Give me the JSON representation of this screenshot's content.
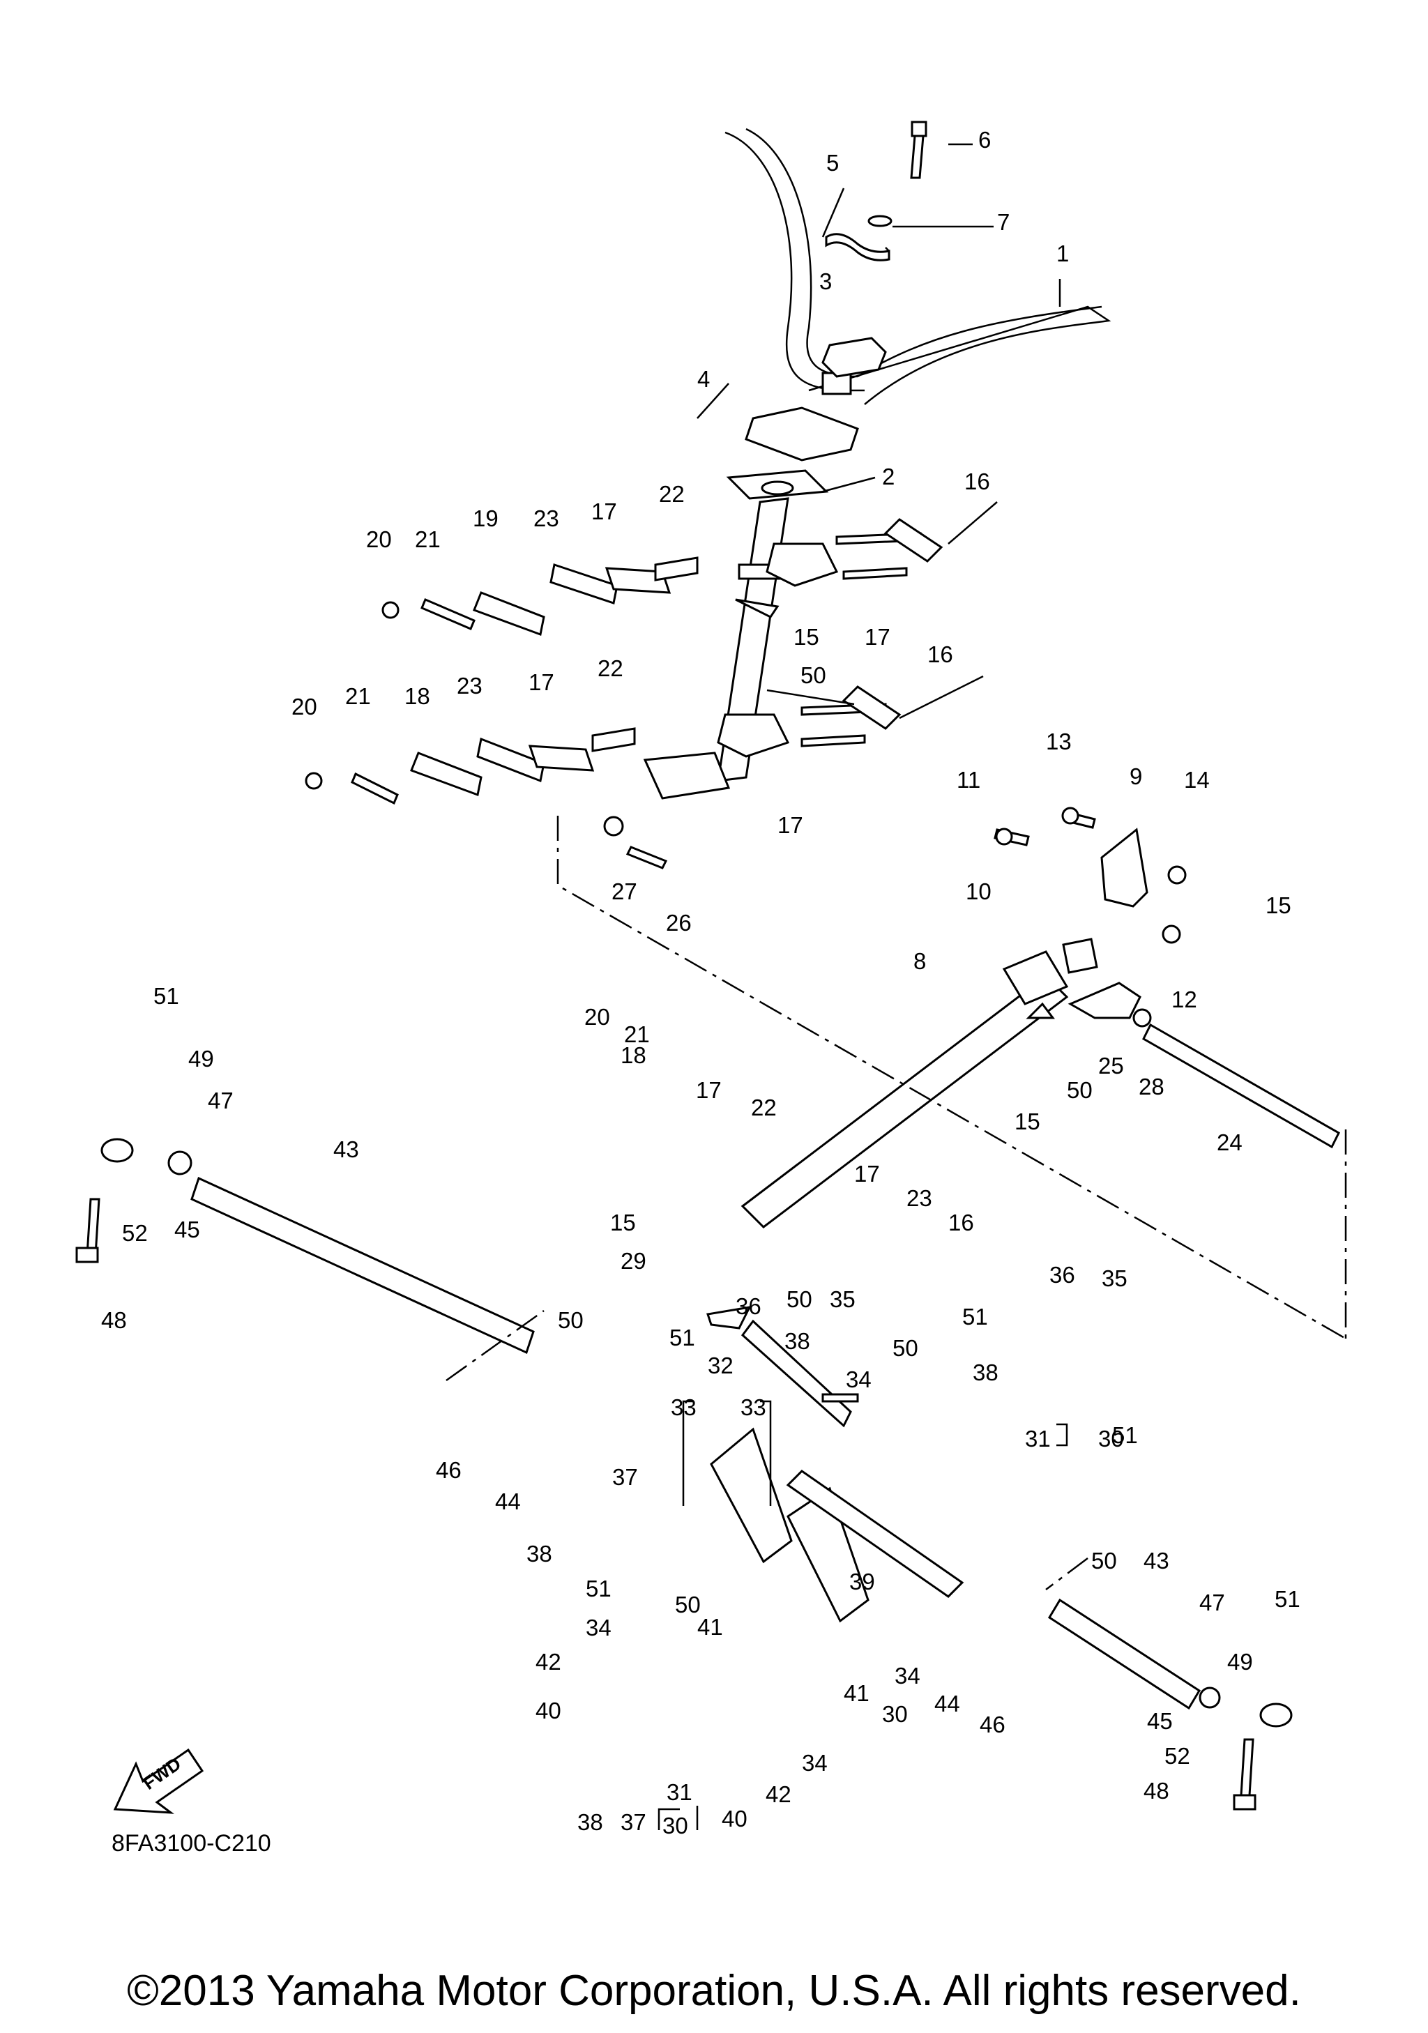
{
  "diagram_code": "8FA3100-C210",
  "fwd_label": "FWD",
  "copyright": "©2013 Yamaha Motor Corporation, U.S.A. All rights reserved.",
  "callouts": [
    {
      "id": "c1",
      "text": "1"
    },
    {
      "id": "c2",
      "text": "2"
    },
    {
      "id": "c3",
      "text": "3"
    },
    {
      "id": "c4",
      "text": "4"
    },
    {
      "id": "c5",
      "text": "5"
    },
    {
      "id": "c6",
      "text": "6"
    },
    {
      "id": "c7",
      "text": "7"
    },
    {
      "id": "c8",
      "text": "8"
    },
    {
      "id": "c9",
      "text": "9"
    },
    {
      "id": "c10",
      "text": "10"
    },
    {
      "id": "c11",
      "text": "11"
    },
    {
      "id": "c12",
      "text": "12"
    },
    {
      "id": "c13",
      "text": "13"
    },
    {
      "id": "c14",
      "text": "14"
    },
    {
      "id": "c15a",
      "text": "15"
    },
    {
      "id": "c15b",
      "text": "15"
    },
    {
      "id": "c15c",
      "text": "15"
    },
    {
      "id": "c15d",
      "text": "15"
    },
    {
      "id": "c16a",
      "text": "16"
    },
    {
      "id": "c16b",
      "text": "16"
    },
    {
      "id": "c16c",
      "text": "16"
    },
    {
      "id": "c17a",
      "text": "17"
    },
    {
      "id": "c17b",
      "text": "17"
    },
    {
      "id": "c17c",
      "text": "17"
    },
    {
      "id": "c17d",
      "text": "17"
    },
    {
      "id": "c17e",
      "text": "17"
    },
    {
      "id": "c17f",
      "text": "17"
    },
    {
      "id": "c18a",
      "text": "18"
    },
    {
      "id": "c18b",
      "text": "18"
    },
    {
      "id": "c19",
      "text": "19"
    },
    {
      "id": "c20a",
      "text": "20"
    },
    {
      "id": "c20b",
      "text": "20"
    },
    {
      "id": "c20c",
      "text": "20"
    },
    {
      "id": "c21a",
      "text": "21"
    },
    {
      "id": "c21b",
      "text": "21"
    },
    {
      "id": "c21c",
      "text": "21"
    },
    {
      "id": "c22a",
      "text": "22"
    },
    {
      "id": "c22b",
      "text": "22"
    },
    {
      "id": "c22c",
      "text": "22"
    },
    {
      "id": "c23a",
      "text": "23"
    },
    {
      "id": "c23b",
      "text": "23"
    },
    {
      "id": "c23c",
      "text": "23"
    },
    {
      "id": "c24",
      "text": "24"
    },
    {
      "id": "c25",
      "text": "25"
    },
    {
      "id": "c26",
      "text": "26"
    },
    {
      "id": "c27",
      "text": "27"
    },
    {
      "id": "c28",
      "text": "28"
    },
    {
      "id": "c29",
      "text": "29"
    },
    {
      "id": "c30a",
      "text": "30"
    },
    {
      "id": "c30b",
      "text": "30"
    },
    {
      "id": "c30c",
      "text": "30"
    },
    {
      "id": "c31a",
      "text": "31"
    },
    {
      "id": "c31b",
      "text": "31"
    },
    {
      "id": "c32",
      "text": "32"
    },
    {
      "id": "c33a",
      "text": "33"
    },
    {
      "id": "c33b",
      "text": "33"
    },
    {
      "id": "c34a",
      "text": "34"
    },
    {
      "id": "c34b",
      "text": "34"
    },
    {
      "id": "c34c",
      "text": "34"
    },
    {
      "id": "c34d",
      "text": "34"
    },
    {
      "id": "c35a",
      "text": "35"
    },
    {
      "id": "c35b",
      "text": "35"
    },
    {
      "id": "c36a",
      "text": "36"
    },
    {
      "id": "c36b",
      "text": "36"
    },
    {
      "id": "c37a",
      "text": "37"
    },
    {
      "id": "c37b",
      "text": "37"
    },
    {
      "id": "c38a",
      "text": "38"
    },
    {
      "id": "c38b",
      "text": "38"
    },
    {
      "id": "c38c",
      "text": "38"
    },
    {
      "id": "c38d",
      "text": "38"
    },
    {
      "id": "c39",
      "text": "39"
    },
    {
      "id": "c40a",
      "text": "40"
    },
    {
      "id": "c40b",
      "text": "40"
    },
    {
      "id": "c41a",
      "text": "41"
    },
    {
      "id": "c41b",
      "text": "41"
    },
    {
      "id": "c42a",
      "text": "42"
    },
    {
      "id": "c42b",
      "text": "42"
    },
    {
      "id": "c43a",
      "text": "43"
    },
    {
      "id": "c43b",
      "text": "43"
    },
    {
      "id": "c44a",
      "text": "44"
    },
    {
      "id": "c44b",
      "text": "44"
    },
    {
      "id": "c45a",
      "text": "45"
    },
    {
      "id": "c45b",
      "text": "45"
    },
    {
      "id": "c46a",
      "text": "46"
    },
    {
      "id": "c46b",
      "text": "46"
    },
    {
      "id": "c47a",
      "text": "47"
    },
    {
      "id": "c47b",
      "text": "47"
    },
    {
      "id": "c48a",
      "text": "48"
    },
    {
      "id": "c48b",
      "text": "48"
    },
    {
      "id": "c49a",
      "text": "49"
    },
    {
      "id": "c49b",
      "text": "49"
    },
    {
      "id": "c50a",
      "text": "50"
    },
    {
      "id": "c50b",
      "text": "50"
    },
    {
      "id": "c50c",
      "text": "50"
    },
    {
      "id": "c50d",
      "text": "50"
    },
    {
      "id": "c50e",
      "text": "50"
    },
    {
      "id": "c50f",
      "text": "50"
    },
    {
      "id": "c50g",
      "text": "50"
    },
    {
      "id": "c51a",
      "text": "51"
    },
    {
      "id": "c51b",
      "text": "51"
    },
    {
      "id": "c51c",
      "text": "51"
    },
    {
      "id": "c51d",
      "text": "51"
    },
    {
      "id": "c51e",
      "text": "51"
    },
    {
      "id": "c51f",
      "text": "51"
    },
    {
      "id": "c52a",
      "text": "52"
    },
    {
      "id": "c52b",
      "text": "52"
    }
  ]
}
